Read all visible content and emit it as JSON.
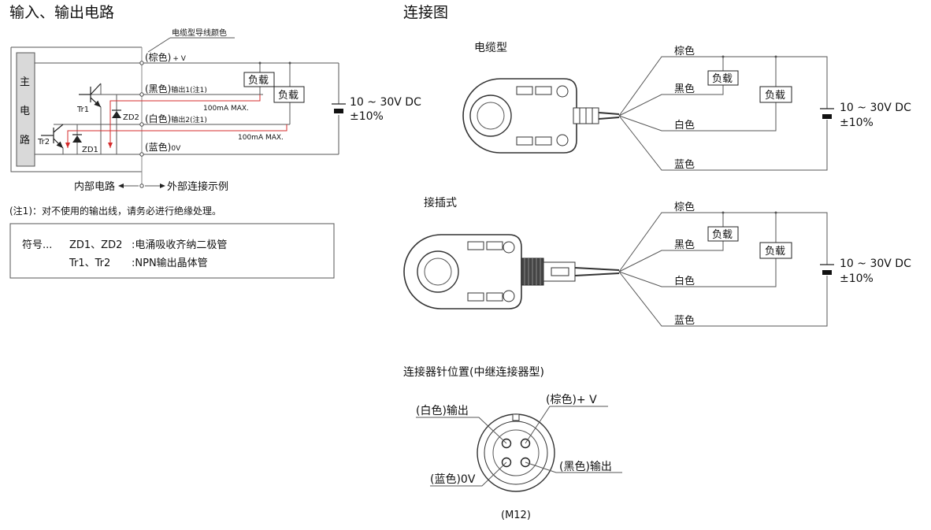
{
  "left": {
    "title": "输入、输出电路",
    "wire_color_note": "电缆型导线颜色",
    "main_circuit_chars": [
      "主",
      "电",
      "路"
    ],
    "wires": {
      "brown": "(棕色)",
      "brown_suffix": "+ V",
      "black": "(黑色)",
      "black_suffix": "输出1(注1)",
      "white": "(白色)",
      "white_suffix": "输出2(注1)",
      "blue": "(蓝色)",
      "blue_suffix": "0V"
    },
    "load1": "负载",
    "load2": "负载",
    "supply_line1": "10 ~ 30V DC",
    "supply_line2": "±10%",
    "current1": "100mA MAX.",
    "current2": "100mA MAX.",
    "tr1": "Tr1",
    "tr2": "Tr2",
    "zd1": "ZD1",
    "zd2": "ZD2",
    "internal": "内部电路",
    "external": "外部连接示例",
    "note": "(注1)：对不使用的输出线，请务必进行绝缘处理。",
    "legend": {
      "prefix": "符号...",
      "row1_key": "ZD1、ZD2",
      "row1_val": ":电涌吸收齐纳二极管",
      "row2_key": "Tr1、Tr2",
      "row2_val": ":NPN输出晶体管"
    }
  },
  "right": {
    "title": "连接图",
    "cable_type": {
      "label": "电缆型",
      "brown": "棕色",
      "black": "黑色",
      "white": "白色",
      "blue": "蓝色",
      "load1": "负载",
      "load2": "负载",
      "supply_line1": "10 ~ 30V DC",
      "supply_line2": "±10%"
    },
    "plug_type": {
      "label": "接插式",
      "brown": "棕色",
      "black": "黑色",
      "white": "白色",
      "blue": "蓝色",
      "load1": "负载",
      "load2": "负载",
      "supply_line1": "10 ~ 30V DC",
      "supply_line2": "±10%"
    },
    "pin_layout": {
      "title": "连接器针位置(中继连接器型)",
      "white_out": "(白色)输出",
      "brown_v": "(棕色)+ V",
      "blue_0v": "(蓝色)0V",
      "black_out": "(黑色)输出",
      "model": "(M12)"
    }
  }
}
